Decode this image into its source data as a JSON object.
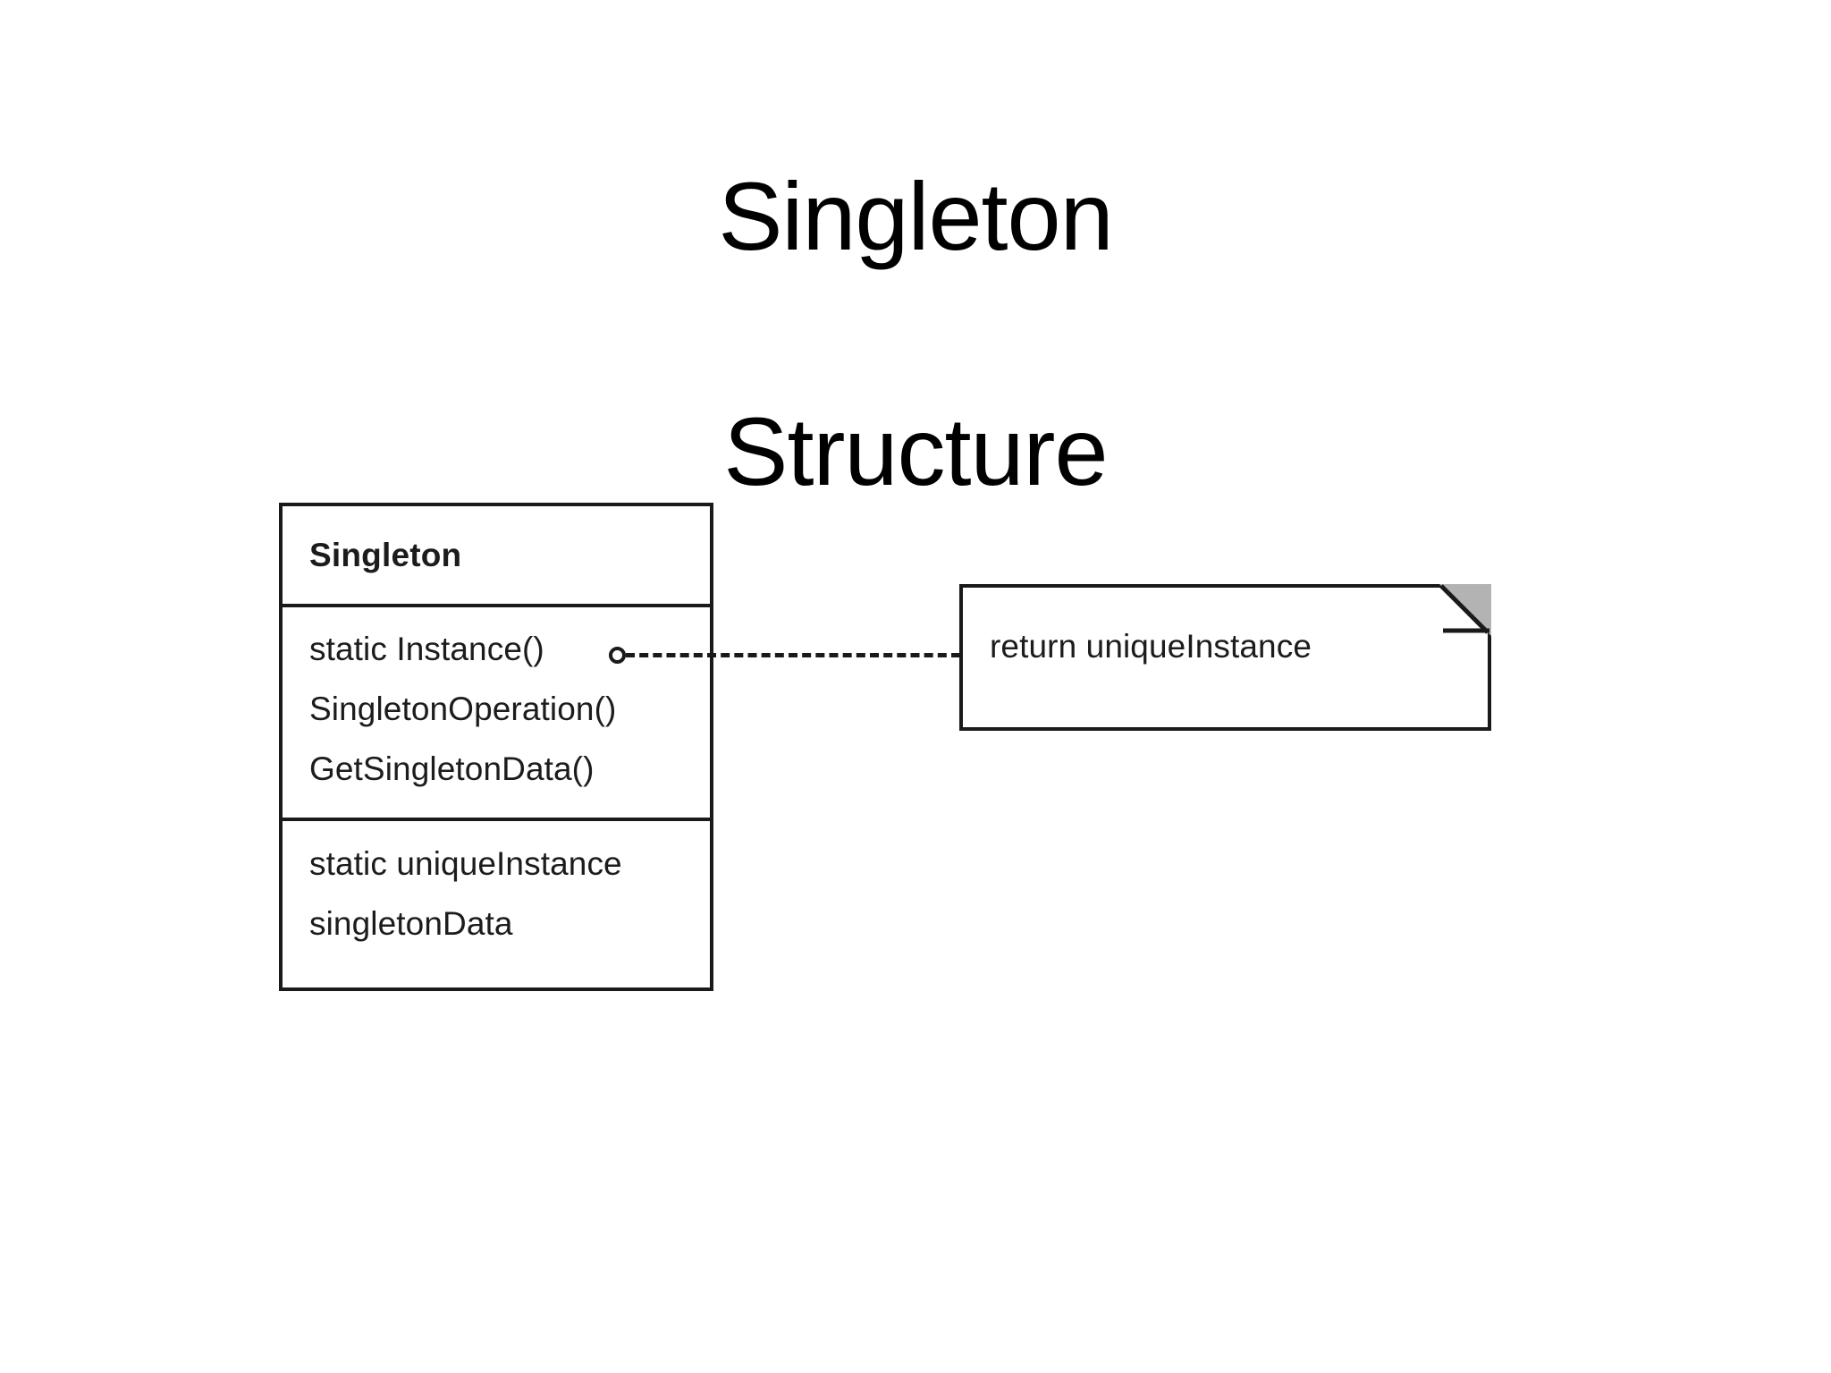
{
  "slide": {
    "title_lines": [
      "Singleton",
      "Structure"
    ],
    "background_color": "#ffffff",
    "ink_color": "#1a1a1a"
  },
  "diagram": {
    "type": "uml-class-diagram",
    "class_box": {
      "name": "Singleton",
      "operations": [
        "static Instance()",
        "SingletonOperation()",
        "GetSingletonData()"
      ],
      "attributes": [
        "static uniqueInstance",
        "singletonData"
      ]
    },
    "note": {
      "text": "return uniqueInstance",
      "fold_color": "#b3b3b3",
      "attached_to": "static Instance()"
    },
    "connector": {
      "style": "dashed",
      "source_marker": "hollow-circle",
      "from": "static Instance()",
      "to": "return uniqueInstance"
    }
  }
}
